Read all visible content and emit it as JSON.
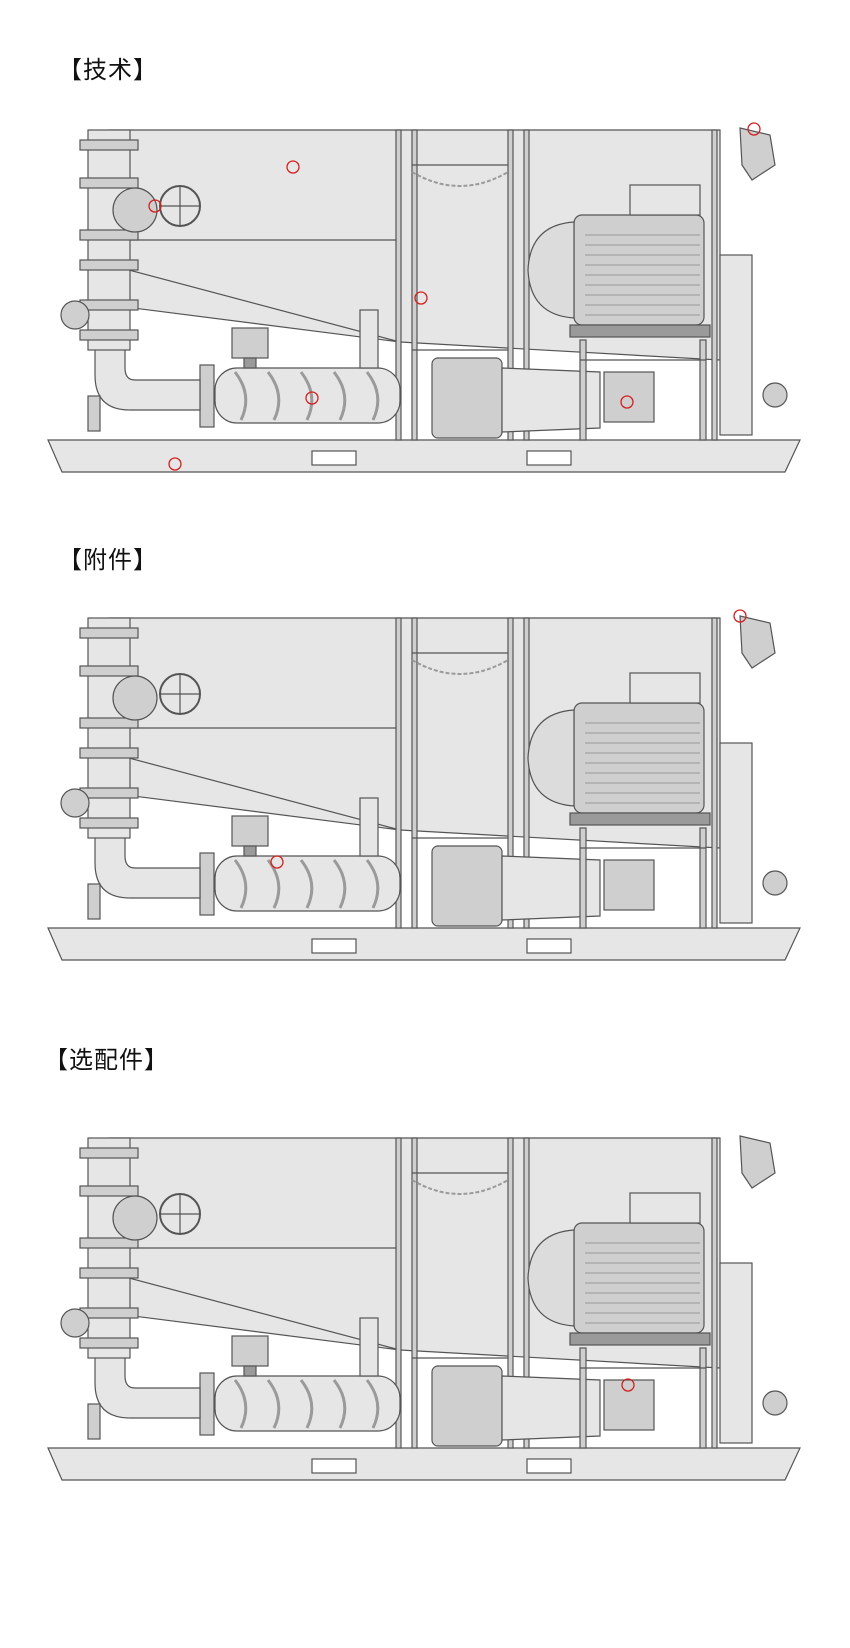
{
  "sections": [
    {
      "title": "【技术】",
      "hotspot_count": 7
    },
    {
      "title": "【附件】",
      "hotspot_count": 2
    },
    {
      "title": "【选配件】",
      "hotspot_count": 1
    }
  ],
  "colors": {
    "background": "#ffffff",
    "line": "#555555",
    "body_fill": "#e6e6e6",
    "metal_fill": "#cfcfcf",
    "dark_metal": "#9a9a9a",
    "hotspot": "#d42020"
  },
  "icons": [
    "pump-unit-drawing",
    "hotspot-marker-icon"
  ]
}
